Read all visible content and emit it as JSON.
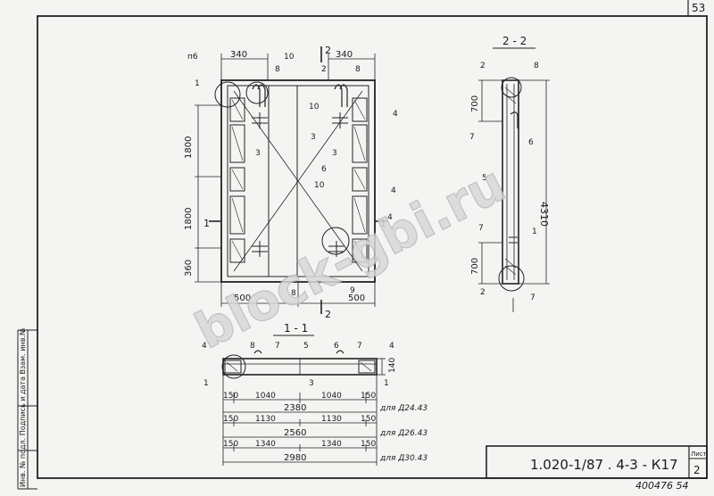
{
  "sheet": {
    "page_number": "53",
    "stamp_code": "1.020-1/87 . 4-3 - К17",
    "sheet_label": "Лист",
    "sheet_no": "2",
    "bottom_code": "400476 54",
    "side_column": "Инв. № подл. Подпись и дата Взам. инв.№",
    "watermark": "block-gbi.ru"
  },
  "plan": {
    "top_dims": [
      "340",
      "340"
    ],
    "left_dims": [
      "1800",
      "1800",
      "360"
    ],
    "bottom_dims": [
      "500",
      "500"
    ],
    "section_2_top": "2",
    "section_2_bottom": "2",
    "section_1_left": "1",
    "section_1_right": "1",
    "labels": {
      "p6": "п6",
      "n10a": "10",
      "n8a": "8",
      "n2a": "2",
      "n8b": "8",
      "n1a": "1",
      "n10b": "10",
      "n4a": "4",
      "n3a": "3",
      "n3b": "3",
      "n3c": "3",
      "n6": "6",
      "n10c": "10",
      "n4b": "4",
      "n4c": "4",
      "n8c": "8",
      "n9": "9"
    }
  },
  "section22": {
    "title": "2 - 2",
    "dims": [
      "700",
      "700"
    ],
    "overall": "4310",
    "labels": {
      "n2a": "2",
      "n8": "8",
      "n7a": "7",
      "n6": "6",
      "n5": "5",
      "n7b": "7",
      "n1": "1",
      "n2b": "2",
      "n7c": "7"
    }
  },
  "section11": {
    "title": "1 - 1",
    "height": "140",
    "labels": {
      "n4a": "4",
      "n8": "8",
      "n7a": "7",
      "n5": "5",
      "n6": "6",
      "n7b": "7",
      "n4b": "4",
      "n1a": "1",
      "n3": "3",
      "n1b": "1"
    },
    "rows": [
      {
        "parts": [
          "150",
          "1040",
          "1040",
          "150"
        ],
        "total": "2380",
        "note": "для Д24.43"
      },
      {
        "parts": [
          "150",
          "1130",
          "1130",
          "150"
        ],
        "total": "2560",
        "note": "для Д26.43"
      },
      {
        "parts": [
          "150",
          "1340",
          "1340",
          "150"
        ],
        "total": "2980",
        "note": "для Д30.43"
      }
    ]
  }
}
